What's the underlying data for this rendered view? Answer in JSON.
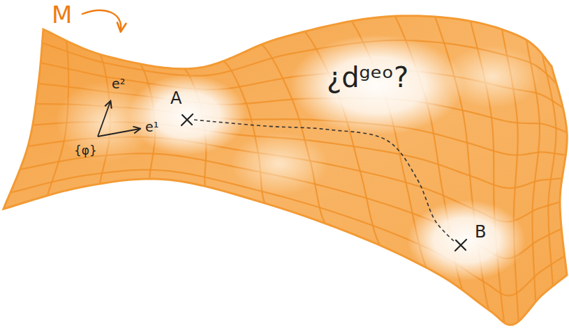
{
  "diagram": {
    "labels": [
      "M",
      "e²",
      "e¹",
      "{φ}",
      "A",
      "B",
      "¿dᵍᵉᵒ?"
    ]
  }
}
